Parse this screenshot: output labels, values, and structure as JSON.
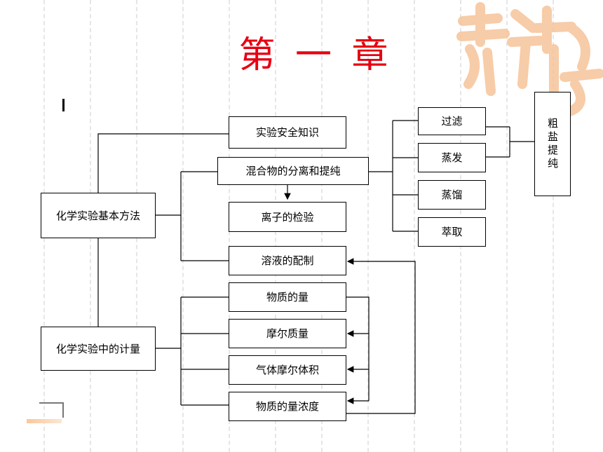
{
  "title": "第 一 章",
  "logo_text": "吉祥",
  "nodes": {
    "safety": "实验安全知识",
    "mixture": "混合物的分离和提纯",
    "ion_test": "离子的检验",
    "solution": "溶液的配制",
    "basic_methods": "化学实验基本方法",
    "measurement": "化学实验中的计量",
    "amount": "物质的量",
    "molar_mass": "摩尔质量",
    "molar_volume": "气体摩尔体积",
    "concentration": "物质的量浓度",
    "filter": "过滤",
    "evaporate": "蒸发",
    "distill": "蒸馏",
    "extract": "萃取",
    "crude_salt": "粗盐提纯"
  }
}
